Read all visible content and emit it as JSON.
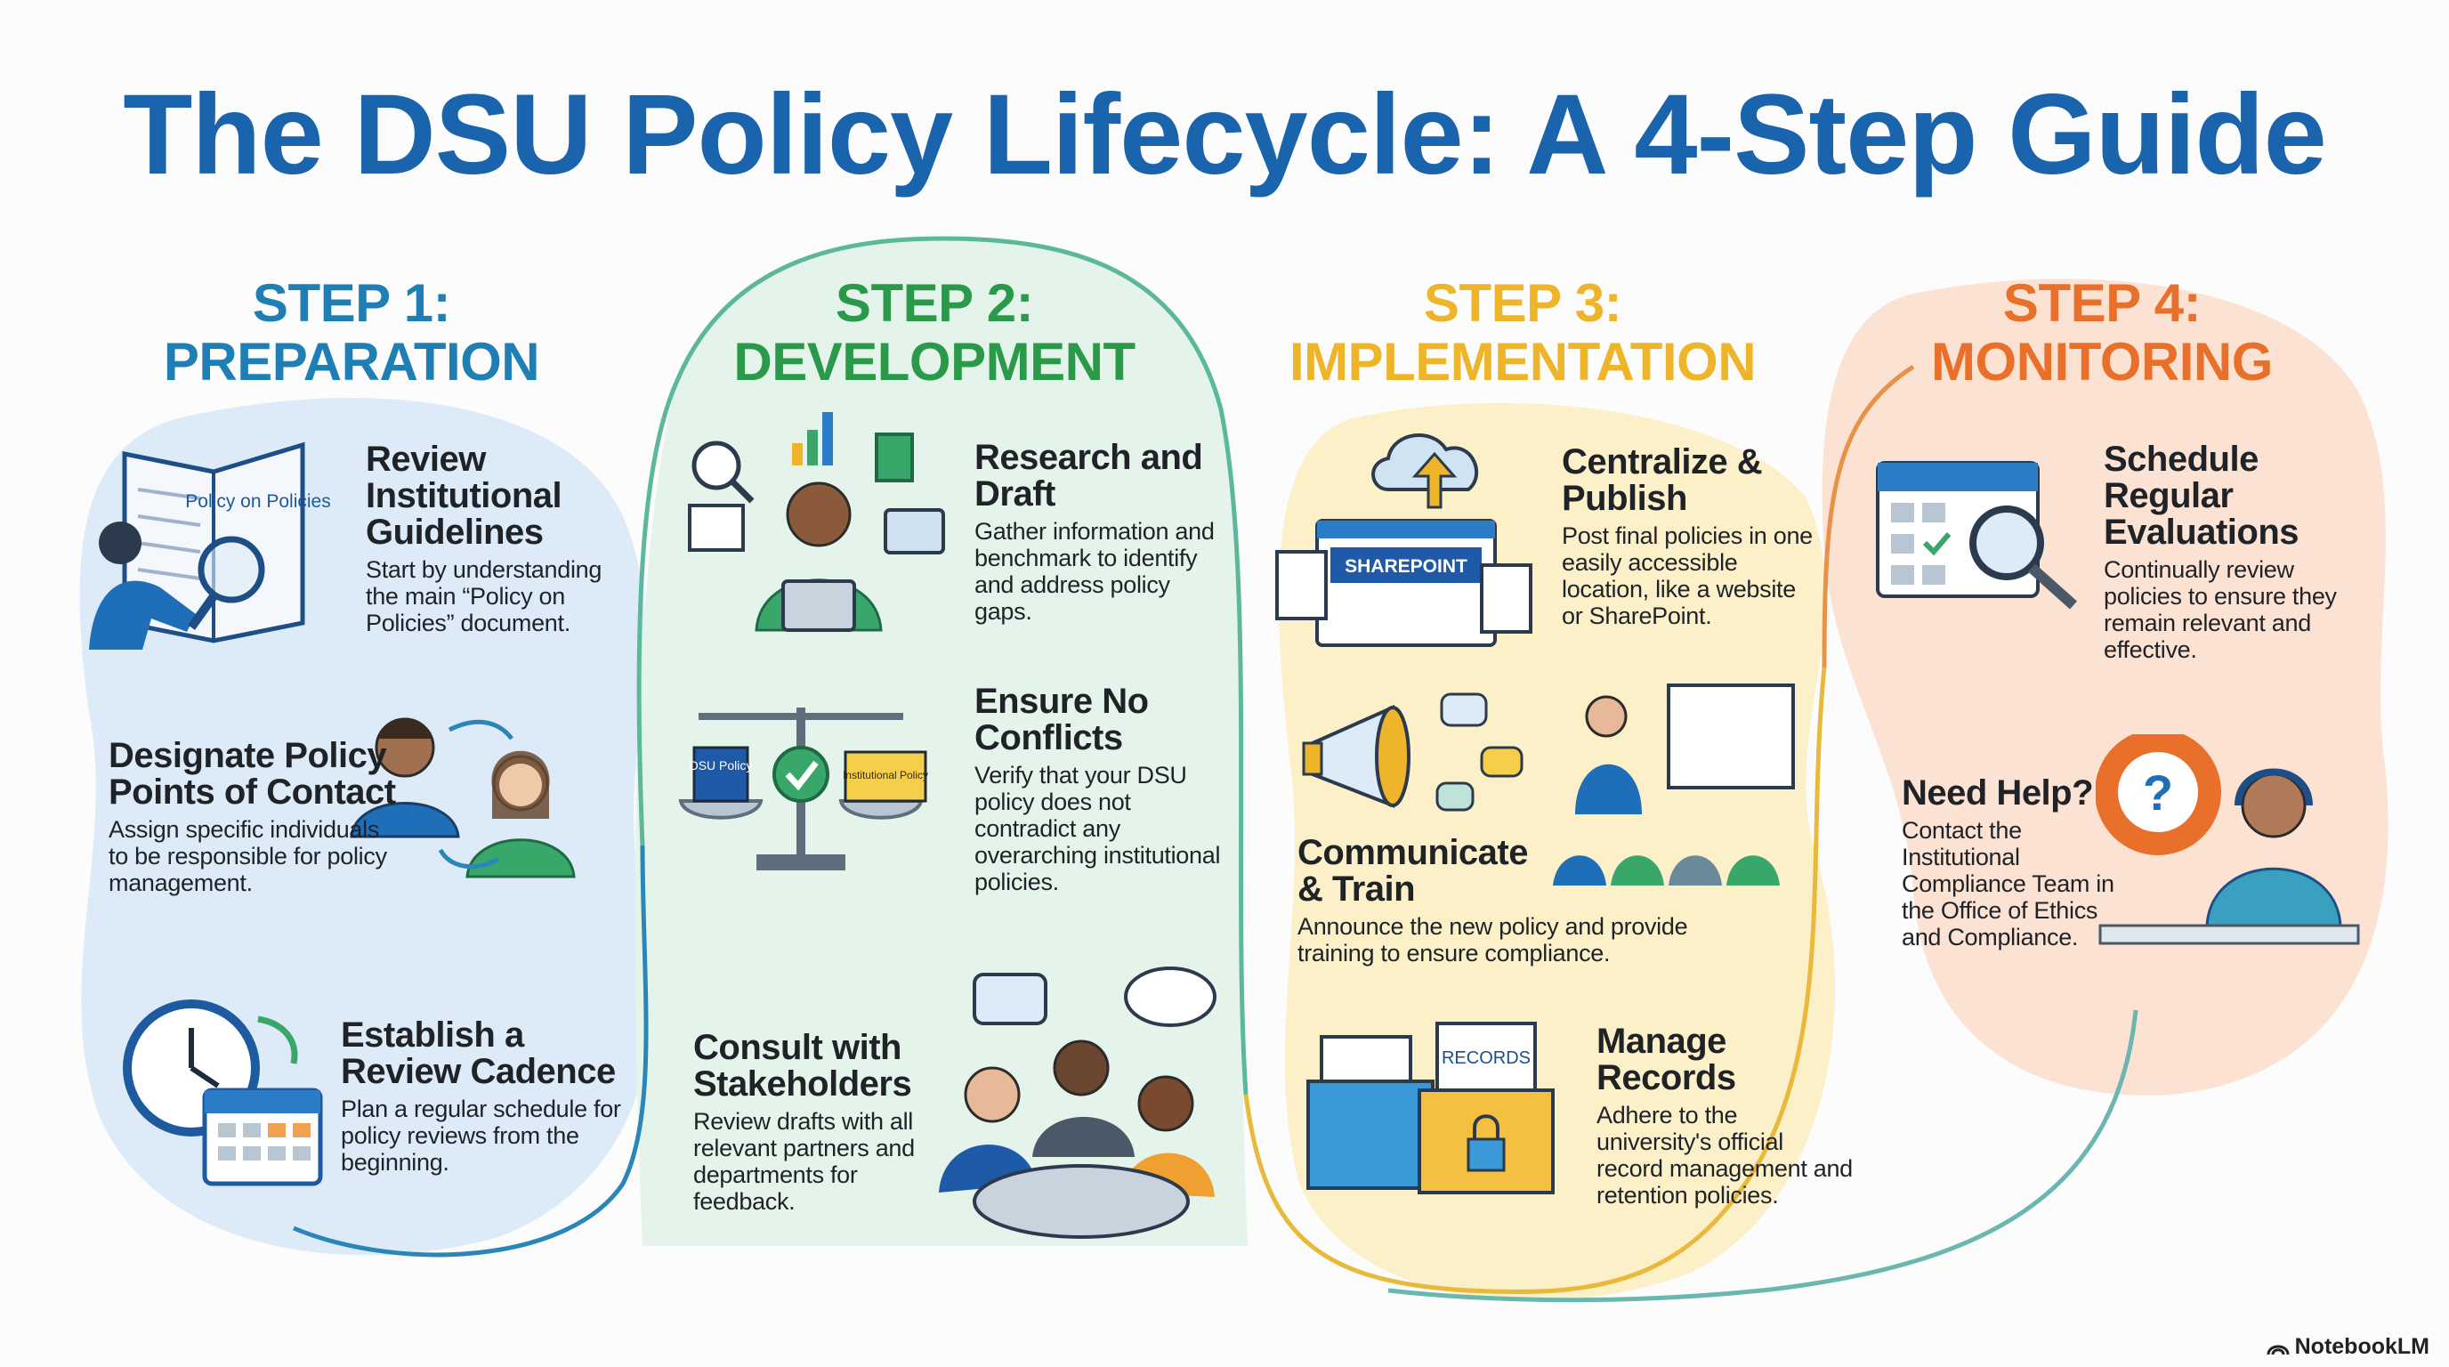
{
  "title": "The DSU Policy Lifecycle: A 4-Step Guide",
  "colors": {
    "title": "#1a63ad",
    "step1": "#1f7fb5",
    "step2": "#2a9a4a",
    "step3": "#efb52a",
    "step4": "#e8702a"
  },
  "steps": [
    {
      "label": "STEP 1:",
      "name": "PREPARATION",
      "items": [
        {
          "title": "Review Institutional Guidelines",
          "desc": "Start by understanding the main “Policy on Policies” document.",
          "icon": "book-magnifier-icon",
          "icon_text": "Policy on Policies"
        },
        {
          "title": "Designate Policy Points of Contact",
          "desc": "Assign specific individuals to be responsible for policy management.",
          "icon": "contacts-icon"
        },
        {
          "title": "Establish a Review Cadence",
          "desc": "Plan a regular schedule for policy reviews from the beginning.",
          "icon": "clock-calendar-icon"
        }
      ]
    },
    {
      "label": "STEP 2:",
      "name": "DEVELOPMENT",
      "items": [
        {
          "title": "Research and Draft",
          "desc": "Gather information and benchmark to identify and address policy gaps.",
          "icon": "researcher-laptop-icon"
        },
        {
          "title": "Ensure No Conflicts",
          "desc": "Verify that your DSU policy does not contradict any overarching institutional policies.",
          "icon": "balance-scale-icon",
          "icon_text_left": "DSU Policy",
          "icon_text_right": "Institutional Policy"
        },
        {
          "title": "Consult with Stakeholders",
          "desc": "Review drafts with all relevant partners and departments for feedback.",
          "icon": "meeting-icon"
        }
      ]
    },
    {
      "label": "STEP 3:",
      "name": "IMPLEMENTATION",
      "items": [
        {
          "title": "Centralize & Publish",
          "desc": "Post final policies in one easily accessible location, like a website or SharePoint.",
          "icon": "cloud-upload-icon",
          "icon_text": "SHAREPOINT"
        },
        {
          "title": "Communicate & Train",
          "desc": "Announce the new policy and provide training to ensure compliance.",
          "icon": "megaphone-presenter-icon"
        },
        {
          "title": "Manage Records",
          "desc": "Adhere to the university's official record management and retention policies.",
          "icon": "records-folder-icon",
          "icon_text": "RECORDS"
        }
      ]
    },
    {
      "label": "STEP 4:",
      "name": "MONITORING",
      "items": [
        {
          "title": "Schedule Regular Evaluations",
          "desc": "Continually review policies to ensure they remain relevant and effective.",
          "icon": "calendar-search-icon"
        },
        {
          "title": "Need Help?",
          "desc": "Contact the Institutional Compliance Team in the Office of Ethics and Compliance.",
          "icon": "help-desk-icon"
        }
      ]
    }
  ],
  "watermark": "NotebookLM"
}
